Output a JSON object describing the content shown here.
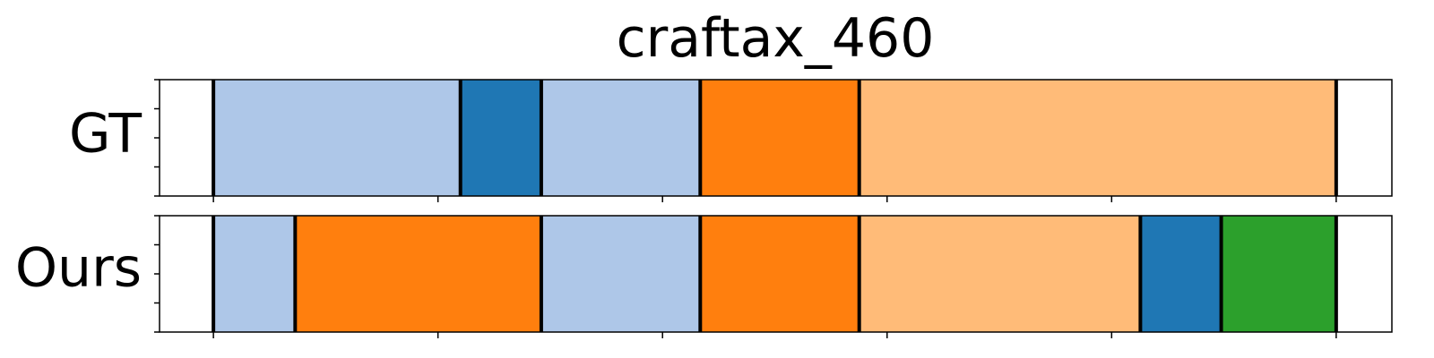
{
  "chart_data": {
    "type": "segmentation",
    "title": "craftax_460",
    "x_range": [
      0,
      125
    ],
    "x_ticks": [
      6,
      31,
      56,
      81,
      106,
      131
    ],
    "rows": [
      {
        "label": "GT",
        "segments": [
          {
            "start": 0,
            "end": 6,
            "color": "#ffffff"
          },
          {
            "start": 6,
            "end": 33.5,
            "color": "#aec7e8"
          },
          {
            "start": 33.5,
            "end": 42.5,
            "color": "#1f77b4"
          },
          {
            "start": 42.5,
            "end": 60.2,
            "color": "#aec7e8"
          },
          {
            "start": 60.2,
            "end": 77.9,
            "color": "#ff7f0e"
          },
          {
            "start": 77.9,
            "end": 131,
            "color": "#ffbb78"
          },
          {
            "start": 131,
            "end": 137.2,
            "color": "#ffffff"
          }
        ]
      },
      {
        "label": "Ours",
        "segments": [
          {
            "start": 0,
            "end": 6,
            "color": "#ffffff"
          },
          {
            "start": 6,
            "end": 15.1,
            "color": "#aec7e8"
          },
          {
            "start": 15.1,
            "end": 42.5,
            "color": "#ff7f0e"
          },
          {
            "start": 42.5,
            "end": 60.2,
            "color": "#aec7e8"
          },
          {
            "start": 60.2,
            "end": 77.9,
            "color": "#ff7f0e"
          },
          {
            "start": 77.9,
            "end": 109.2,
            "color": "#ffbb78"
          },
          {
            "start": 109.2,
            "end": 118.2,
            "color": "#1f77b4"
          },
          {
            "start": 118.2,
            "end": 131,
            "color": "#2ca02c"
          },
          {
            "start": 131,
            "end": 137.2,
            "color": "#ffffff"
          }
        ]
      }
    ]
  }
}
